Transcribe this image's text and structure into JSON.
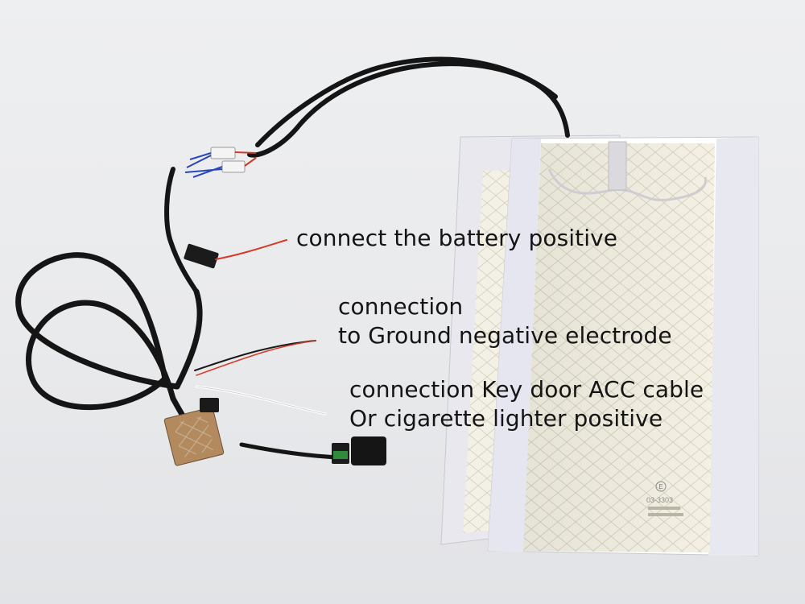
{
  "captions": {
    "battery": "connect the battery positive",
    "ground_line1": "connection",
    "ground_line2": "to Ground negative electrode",
    "acc_line1": "connection Key door ACC cable",
    "acc_line2": "Or cigarette lighter positive"
  },
  "pad_label": {
    "mark": "E",
    "line1": "03-3303"
  },
  "colors": {
    "background": "#eeeff1",
    "pad_paper": "#ffffff",
    "pad_heating": "#f2efe3",
    "cable": "#141414",
    "wire_red": "#d63a2a",
    "module": "#b3875c"
  }
}
